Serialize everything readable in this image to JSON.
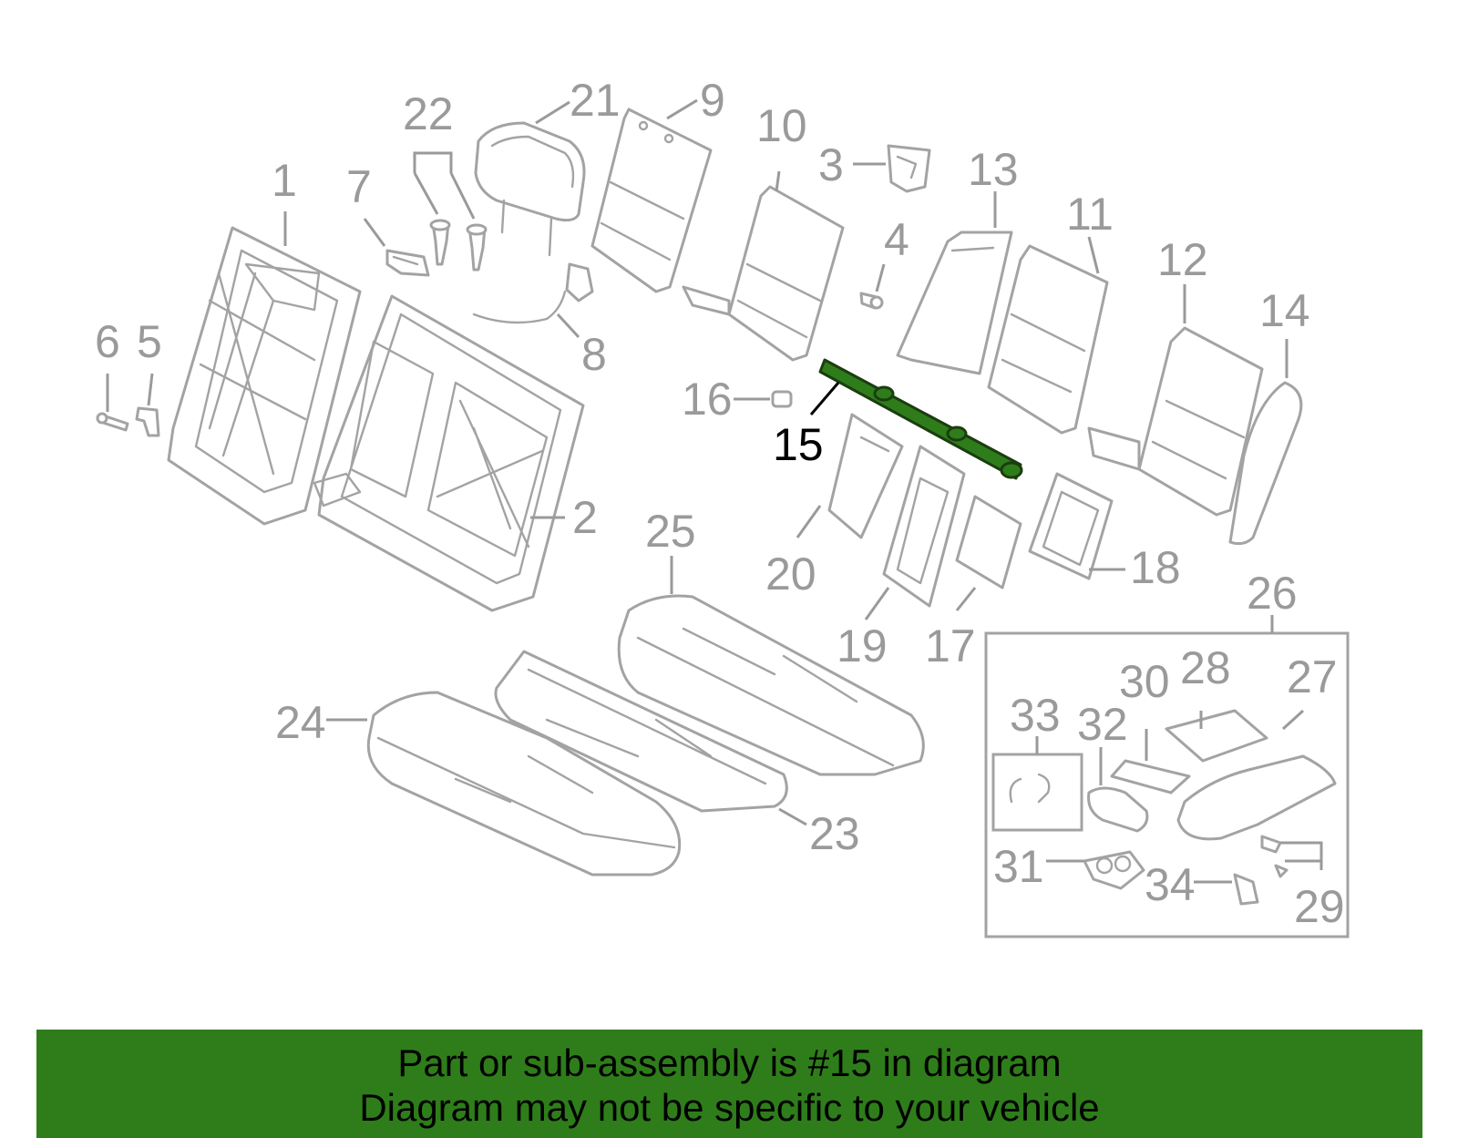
{
  "diagram": {
    "highlight_color": "#2e7d1a",
    "highlighted_part": "15",
    "callouts": [
      "1",
      "2",
      "3",
      "4",
      "5",
      "6",
      "7",
      "8",
      "9",
      "10",
      "11",
      "12",
      "13",
      "14",
      "15",
      "16",
      "17",
      "18",
      "19",
      "20",
      "21",
      "22",
      "23",
      "24",
      "25",
      "26",
      "27",
      "28",
      "29",
      "30",
      "31",
      "32",
      "33",
      "34"
    ]
  },
  "banner": {
    "line1": "Part or sub-assembly is #15 in diagram",
    "line2": "Diagram may not be specific to your vehicle",
    "background": "#2e7d1a"
  }
}
